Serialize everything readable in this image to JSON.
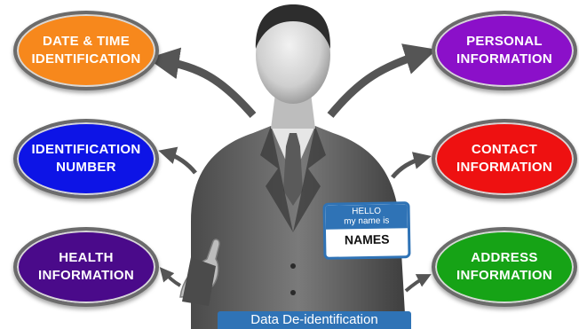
{
  "categories": [
    {
      "id": "datetime",
      "label": "DATE & TIME\nIDENTIFICATION",
      "color": "#f7881c"
    },
    {
      "id": "personal",
      "label": "PERSONAL\nINFORMATION",
      "color": "#8b10c9"
    },
    {
      "id": "idnum",
      "label": "IDENTIFICATION\nNUMBER",
      "color": "#0d14e6"
    },
    {
      "id": "contact",
      "label": "CONTACT\nINFORMATION",
      "color": "#ee1111"
    },
    {
      "id": "health",
      "label": "HEALTH\nINFORMATION",
      "color": "#4a0a8a"
    },
    {
      "id": "address",
      "label": "ADDRESS\nINFORMATION",
      "color": "#16a316"
    }
  ],
  "name_tag": {
    "line1": "HELLO",
    "line2": "my name is",
    "name": "NAMES"
  },
  "caption": "Data De-identification"
}
